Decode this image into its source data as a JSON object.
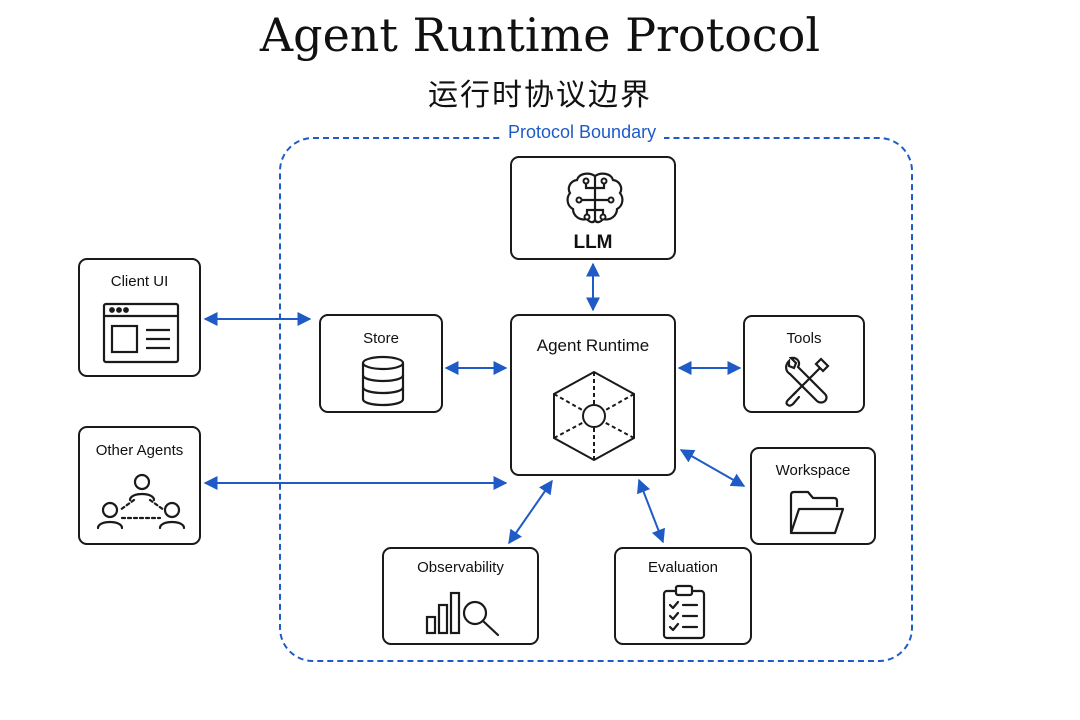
{
  "title": "Agent Runtime Protocol",
  "subtitle": "运行时协议边界",
  "boundary_label": "Protocol Boundary",
  "nodes": {
    "llm": "LLM",
    "agent_runtime": "Agent Runtime",
    "store": "Store",
    "tools": "Tools",
    "workspace": "Workspace",
    "observability": "Observability",
    "evaluation": "Evaluation",
    "client_ui": "Client UI",
    "other_agents": "Other Agents"
  },
  "colors": {
    "accent": "#1f5bc6",
    "stroke": "#1a1a1a"
  },
  "icons": {
    "llm": "brain-icon",
    "agent_runtime": "hexagon-core-icon",
    "store": "database-icon",
    "tools": "tools-icon",
    "workspace": "folder-icon",
    "observability": "bar-chart-magnifier-icon",
    "evaluation": "checklist-clipboard-icon",
    "client_ui": "browser-window-icon",
    "other_agents": "people-network-icon"
  }
}
